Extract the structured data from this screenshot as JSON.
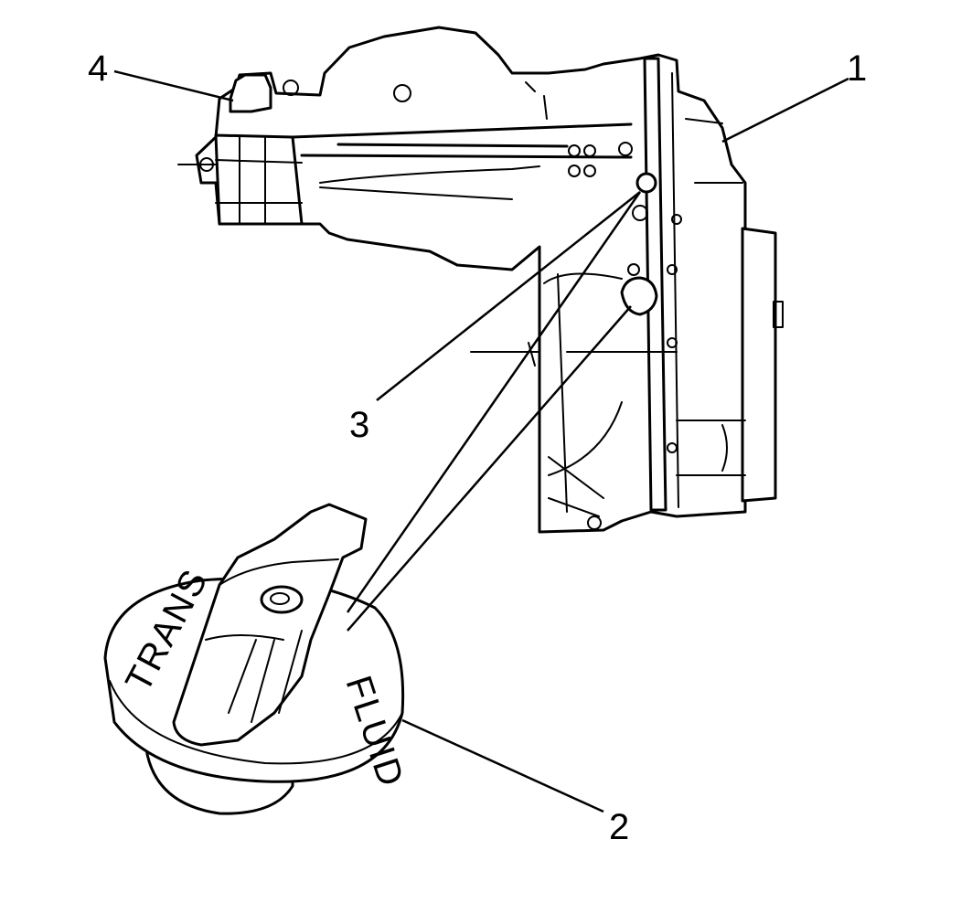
{
  "callouts": {
    "c1": "1",
    "c2": "2",
    "c3": "3",
    "c4": "4"
  },
  "cap_lettering": {
    "left_word": "TRANS",
    "right_word": "FLUID"
  },
  "colors": {
    "ink": "#000000",
    "paper": "#ffffff"
  }
}
